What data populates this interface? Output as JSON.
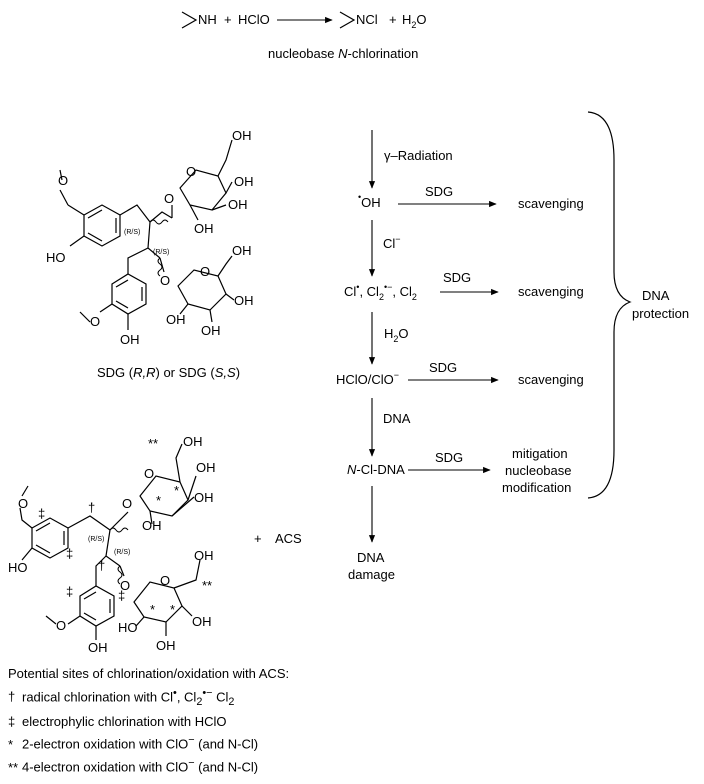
{
  "reaction": {
    "reactant1": "NH",
    "plus1": "+",
    "reactant2": "HClO",
    "product1": "NCl",
    "plus2": "+",
    "product2_main": "H",
    "product2_sub": "2",
    "product2_end": "O",
    "caption_pre": "nucleobase ",
    "caption_italic": "N",
    "caption_post": "-chlorination"
  },
  "structure1": {
    "caption_pre": "SDG (",
    "caption_rr": "R,R",
    "caption_mid": ") or SDG (",
    "caption_ss": "S,S",
    "caption_post": ")",
    "stereo_label": "(R/S)",
    "oh": "OH",
    "ho": "HO",
    "o": "O"
  },
  "structure2": {
    "dagger": "†",
    "ddagger": "‡",
    "star": "*",
    "dstar": "**",
    "plus": "+",
    "acs": "ACS"
  },
  "pathway": {
    "gamma_label": "γ–Radiation",
    "oh_radical": "OH",
    "dot": "•",
    "sdg": "SDG",
    "scavenging": "scavenging",
    "cl_minus": "Cl",
    "minus": "−",
    "cl_species_1": "Cl",
    "cl_species_2": "Cl",
    "cl_species_3": "Cl",
    "sub2": "2",
    "radical_anion": "•−",
    "h2o_h": "H",
    "h2o_o": "O",
    "hclo_species": "HClO/ClO",
    "dna_label": "DNA",
    "ncl_italic": "N",
    "ncl_rest": "-Cl-DNA",
    "mitigation_1": "mitigation",
    "mitigation_2": "nucleobase",
    "mitigation_3": "modification",
    "damage_1": "DNA",
    "damage_2": "damage",
    "protection_1": "DNA",
    "protection_2": "protection"
  },
  "legend": {
    "title": "Potential sites of chlorination/oxidation with ACS:",
    "row1_sym": "†",
    "row1_text": "radical chlorination with  Cl",
    "row1_after": ", Cl",
    "row1_tail": "  Cl",
    "row2_sym": "‡",
    "row2_text": "electrophylic chlorination with HClO",
    "row3_sym": "*",
    "row3_text": "2-electron oxidation with ClO",
    "row3_tail": " (and N-Cl)",
    "row4_sym": "**",
    "row4_text": "4-electron oxidation with ClO",
    "row4_tail": " (and N-Cl)"
  }
}
